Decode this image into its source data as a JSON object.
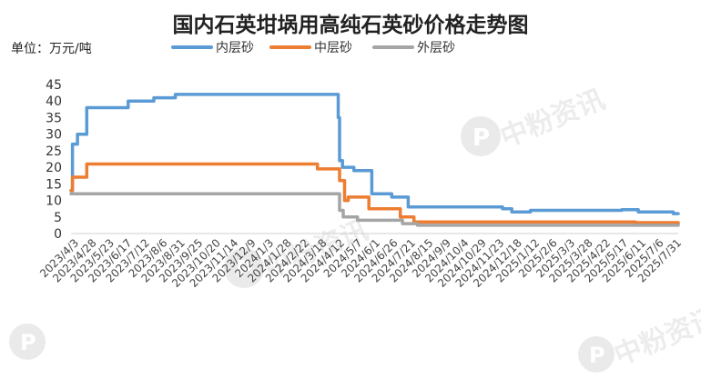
{
  "chart_data": {
    "type": "line",
    "title": "国内石英坩埚用高纯石英砂价格走势图",
    "unit_label": "单位：万元/吨",
    "watermark": "中粉资讯",
    "ylim": [
      0,
      45
    ],
    "y_ticks": [
      0,
      5,
      10,
      15,
      20,
      25,
      30,
      35,
      40,
      45
    ],
    "x_range": [
      "2023-04-03",
      "2025-07-31"
    ],
    "x_tick_labels": [
      "2023/4/3",
      "2023/4/28",
      "2023/5/23",
      "2023/6/17",
      "2023/7/12",
      "2023/8/6",
      "2023/8/31",
      "2023/9/25",
      "2023/10/20",
      "2023/11/14",
      "2023/12/9",
      "2024/1/3",
      "2024/1/28",
      "2024/2/22",
      "2024/3/18",
      "2024/4/12",
      "2024/5/7",
      "2024/6/1",
      "2024/6/26",
      "2024/7/21",
      "2024/8/15",
      "2024/9/9",
      "2024/10/4",
      "2024/10/29",
      "2024/11/23",
      "2024/12/18",
      "2025/1/12",
      "2025/2/6",
      "2025/3/3",
      "2025/3/28",
      "2025/4/22",
      "2025/5/17",
      "2025/6/11",
      "2025/7/6",
      "2025/7/31"
    ],
    "legend_position": "top",
    "grid": false,
    "series": [
      {
        "name": "内层砂",
        "color": "#5B9BD5",
        "points": [
          [
            "2023-04-03",
            13
          ],
          [
            "2023-04-05",
            27
          ],
          [
            "2023-04-12",
            30
          ],
          [
            "2023-04-25",
            38
          ],
          [
            "2023-06-22",
            40
          ],
          [
            "2023-07-28",
            41
          ],
          [
            "2023-08-27",
            42
          ],
          [
            "2024-04-10",
            42
          ],
          [
            "2024-04-11",
            35
          ],
          [
            "2024-04-13",
            22
          ],
          [
            "2024-04-17",
            20
          ],
          [
            "2024-05-03",
            19
          ],
          [
            "2024-05-28",
            12
          ],
          [
            "2024-06-25",
            11
          ],
          [
            "2024-07-18",
            8
          ],
          [
            "2024-11-27",
            7.5
          ],
          [
            "2024-12-10",
            6.5
          ],
          [
            "2025-01-05",
            7
          ],
          [
            "2025-05-13",
            7.2
          ],
          [
            "2025-06-05",
            6.5
          ],
          [
            "2025-07-24",
            6
          ],
          [
            "2025-07-31",
            6
          ]
        ]
      },
      {
        "name": "中层砂",
        "color": "#ED7D31",
        "points": [
          [
            "2023-04-03",
            13
          ],
          [
            "2023-04-05",
            17
          ],
          [
            "2023-04-25",
            21
          ],
          [
            "2024-03-10",
            21
          ],
          [
            "2024-03-13",
            19.5
          ],
          [
            "2024-04-10",
            19.5
          ],
          [
            "2024-04-13",
            16
          ],
          [
            "2024-04-20",
            10
          ],
          [
            "2024-04-25",
            11
          ],
          [
            "2024-05-24",
            7.5
          ],
          [
            "2024-07-07",
            5
          ],
          [
            "2024-07-26",
            3.5
          ],
          [
            "2025-06-01",
            3.3
          ],
          [
            "2025-07-31",
            3
          ]
        ]
      },
      {
        "name": "外层砂",
        "color": "#A5A5A5",
        "points": [
          [
            "2023-04-03",
            12
          ],
          [
            "2024-04-10",
            12
          ],
          [
            "2024-04-13",
            7
          ],
          [
            "2024-04-18",
            5
          ],
          [
            "2024-05-08",
            4
          ],
          [
            "2024-07-10",
            3
          ],
          [
            "2024-07-31",
            2.5
          ],
          [
            "2025-07-31",
            2.5
          ]
        ]
      }
    ]
  }
}
